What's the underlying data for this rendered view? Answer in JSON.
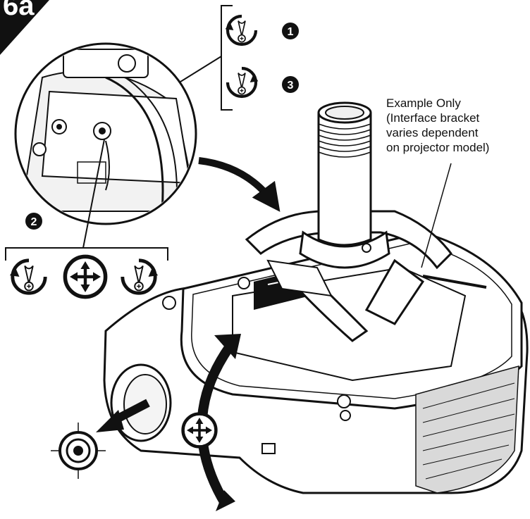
{
  "figure": {
    "corner_label": "6a",
    "steps": [
      "1",
      "2",
      "3"
    ],
    "note_lines": [
      "Example Only",
      "(Interface bracket",
      "varies dependent",
      "on projector model)"
    ]
  },
  "icons": {
    "loosen": "loosen-counterclockwise-icon",
    "tighten": "tighten-clockwise-icon",
    "move": "four-way-move-icon",
    "target": "lens-target-icon"
  },
  "colors": {
    "ink": "#111111",
    "paper": "#ffffff",
    "shade": "#d9d9d9"
  }
}
